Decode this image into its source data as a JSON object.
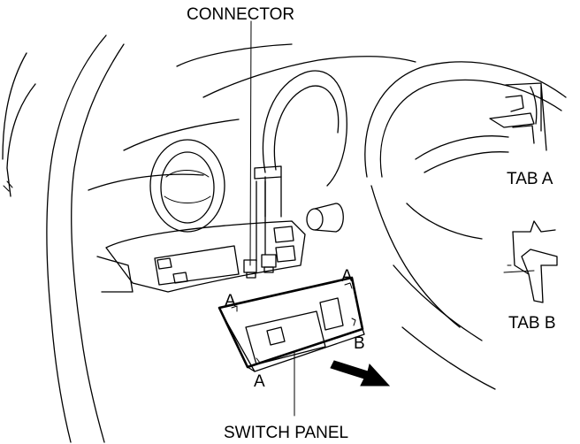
{
  "labels": {
    "connector": "CONNECTOR",
    "switch_panel": "SWITCH PANEL",
    "tab_a": "TAB A",
    "tab_b": "TAB B",
    "a": "A",
    "b": "B"
  }
}
